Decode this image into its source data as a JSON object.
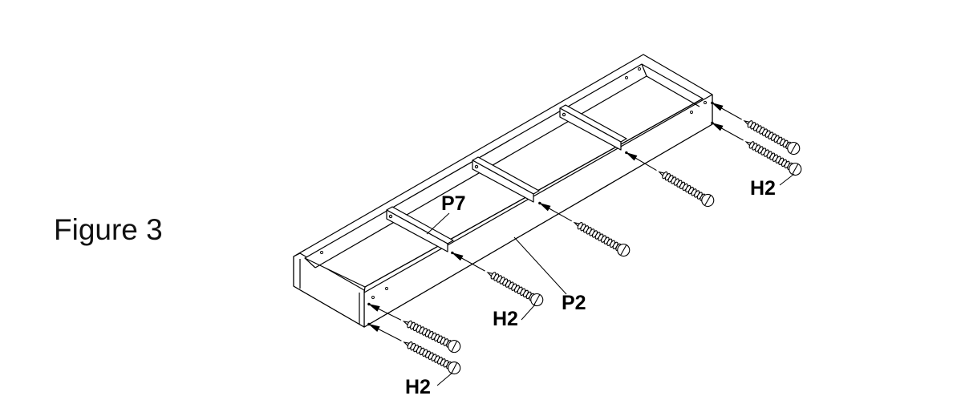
{
  "figure_title": "Figure 3",
  "parts": {
    "p7": "P7",
    "p2": "P2",
    "h2_right": "H2",
    "h2_middle": "H2",
    "h2_left": "H2"
  },
  "colors": {
    "line": "#000000",
    "background": "#ffffff"
  }
}
